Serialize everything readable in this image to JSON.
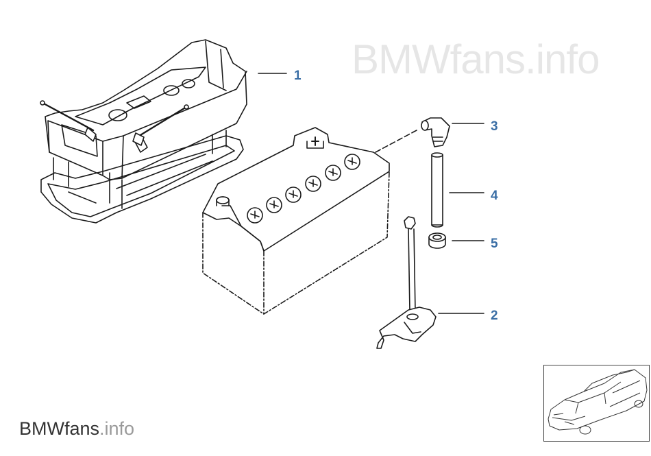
{
  "watermark": {
    "top_text": "BMWfans.info",
    "bottom_brand": "BMWfans",
    "bottom_suffix": ".info"
  },
  "callouts": [
    {
      "id": "1",
      "label": "1",
      "part": "battery tray"
    },
    {
      "id": "2",
      "label": "2",
      "part": "battery hold-down bracket"
    },
    {
      "id": "3",
      "label": "3",
      "part": "elbow vent fitting"
    },
    {
      "id": "4",
      "label": "4",
      "part": "vent hose"
    },
    {
      "id": "5",
      "label": "5",
      "part": "grommet"
    }
  ],
  "colors": {
    "callout": "#3a6ea5",
    "line": "#1a1a1a",
    "watermark_top": "#e6e6e6",
    "watermark_brand": "#333333",
    "watermark_suffix": "#9a9a9a"
  },
  "thumbnail": {
    "icon": "car-outline-icon"
  }
}
